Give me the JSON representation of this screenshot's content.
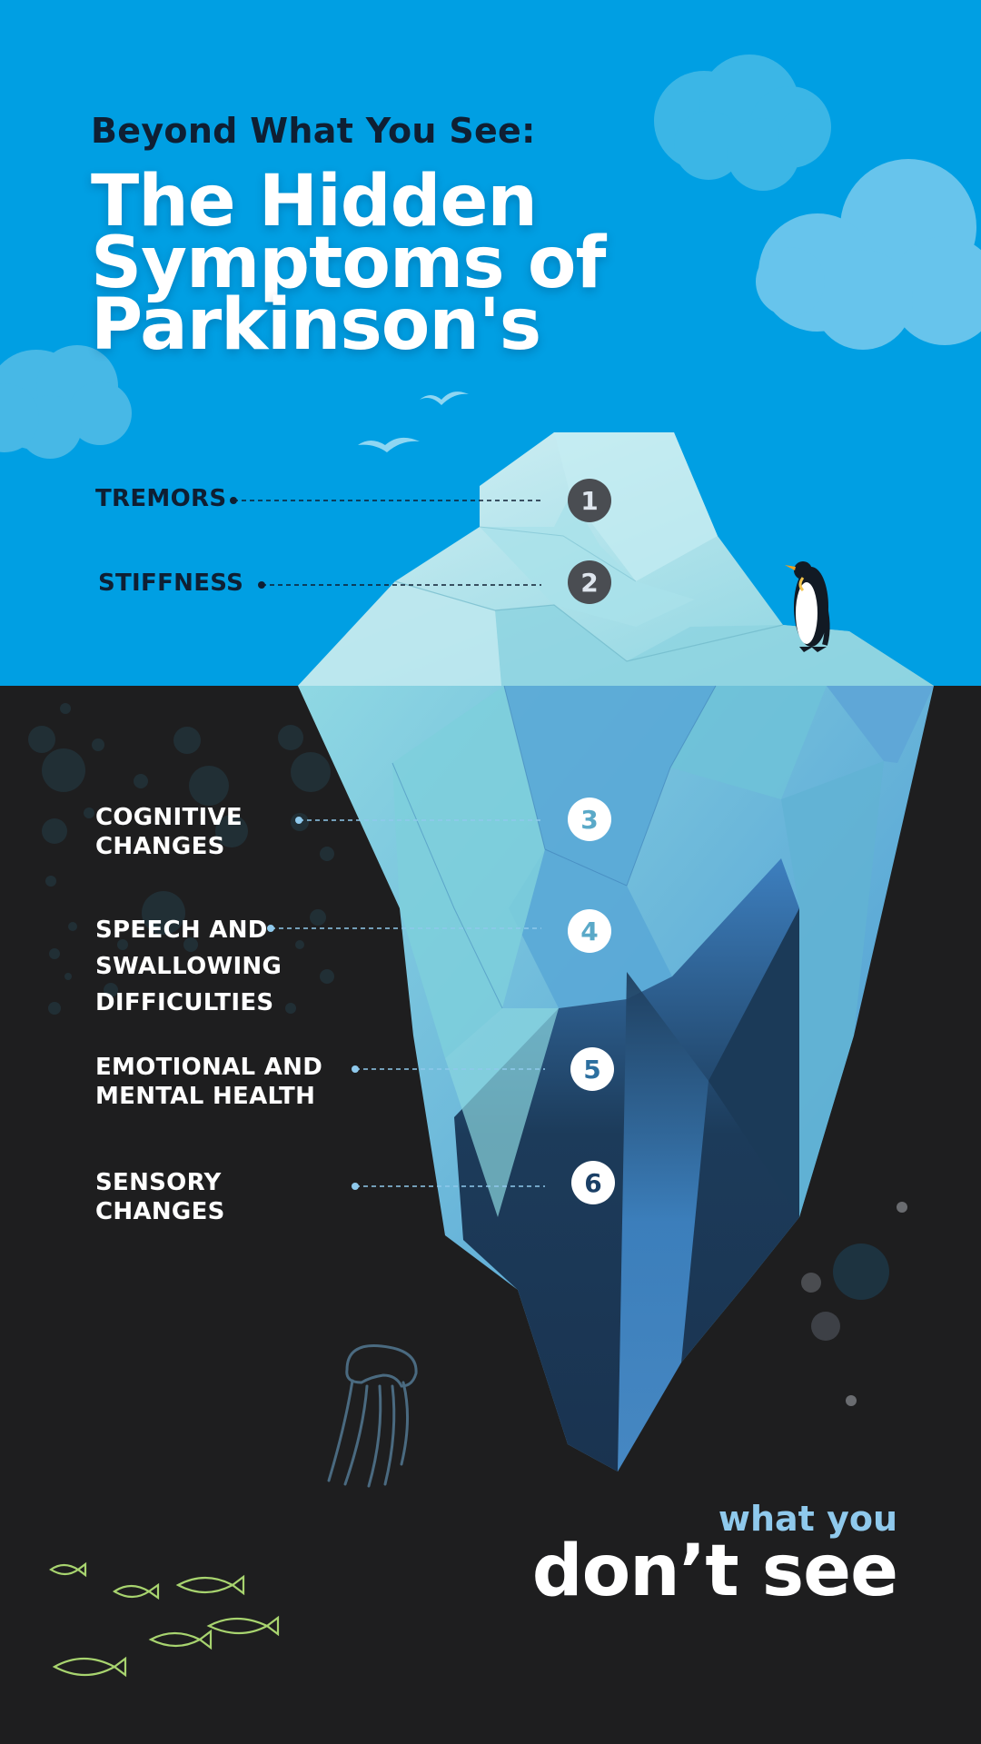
{
  "header": {
    "subtitle": "Beyond What You See:",
    "title_lines": [
      "The Hidden",
      "Symptoms of",
      "Parkinson's"
    ]
  },
  "above_water": [
    {
      "number": "1",
      "label": "TREMORS"
    },
    {
      "number": "2",
      "label": "STIFFNESS"
    }
  ],
  "below_water": [
    {
      "number": "3",
      "label": "COGNITIVE\nCHANGES"
    },
    {
      "number": "4",
      "label": "SPEECH AND\nSWALLOWING\nDIFFICULTIES"
    },
    {
      "number": "5",
      "label": "EMOTIONAL AND\nMENTAL HEALTH"
    },
    {
      "number": "6",
      "label": "SENSORY\nCHANGES"
    }
  ],
  "footer": {
    "small_line": "what you",
    "large_line": "don’t see"
  },
  "colors": {
    "sky": "#009fe3",
    "deep": "#1e1e1f",
    "ice_light": "#b9e6ee",
    "ice_mid": "#72c7d8",
    "ice_deep": "#1c3b5a",
    "fish": "#a8d46f",
    "badge_dark": "#4a4d52",
    "badge_num_3": "#5aa9c8",
    "badge_num_4": "#5aa9c8",
    "badge_num_5": "#2c6f9f",
    "badge_num_6": "#1a3f66"
  },
  "icons": [
    "cloud-icon",
    "bird-icon",
    "penguin-icon",
    "jellyfish-icon",
    "fish-icon",
    "bubble-icon"
  ]
}
